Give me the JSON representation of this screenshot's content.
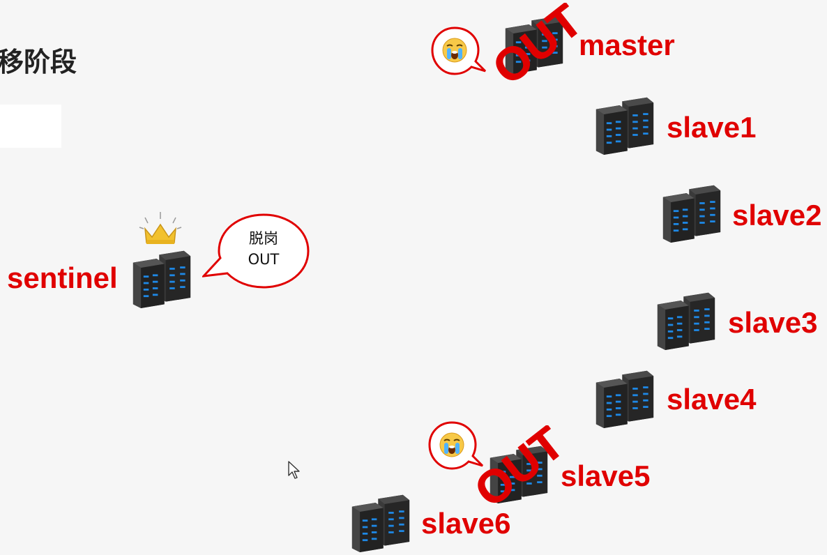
{
  "heading": "移阶段",
  "sentinel": {
    "label": "sentinel",
    "bubble_line1": "脱岗",
    "bubble_line2": "OUT"
  },
  "nodes": {
    "master": {
      "label": "master",
      "status": "OUT"
    },
    "slave1": {
      "label": "slave1"
    },
    "slave2": {
      "label": "slave2"
    },
    "slave3": {
      "label": "slave3"
    },
    "slave4": {
      "label": "slave4"
    },
    "slave5": {
      "label": "slave5",
      "status": "OUT"
    },
    "slave6": {
      "label": "slave6"
    }
  },
  "colors": {
    "label_red": "#e00000",
    "server_dark": "#2a2a2a",
    "server_led": "#1e88e5",
    "crown": "#f2c12e"
  },
  "icons": {
    "server": "server-rack-icon",
    "crown": "crown-icon",
    "crying": "crying-face-emoji-icon",
    "cursor": "mouse-pointer-icon"
  }
}
